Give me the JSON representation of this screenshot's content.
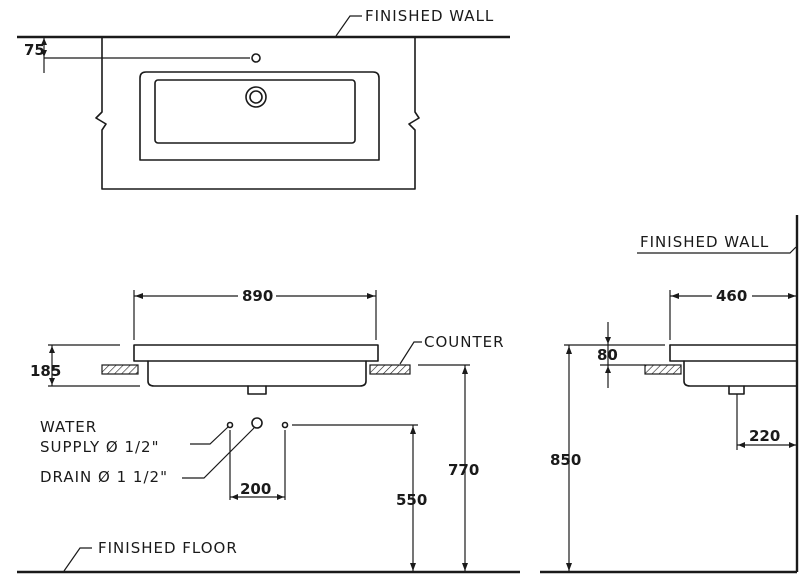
{
  "labels": {
    "finished_wall_top": "FINISHED WALL",
    "finished_wall_side": "FINISHED WALL",
    "counter": "COUNTER",
    "water_supply_line1": "WATER",
    "water_supply_line2": "SUPPLY Ø 1/2\"",
    "drain": "DRAIN Ø 1 1/2\"",
    "finished_floor": "FINISHED FLOOR"
  },
  "dimensions": {
    "top_offset": "75",
    "width": "890",
    "height": "185",
    "supply_spacing": "200",
    "supply_height": "550",
    "counter_height": "770",
    "top_height": "850",
    "depth": "460",
    "side_thickness": "80",
    "drain_offset": "220"
  }
}
